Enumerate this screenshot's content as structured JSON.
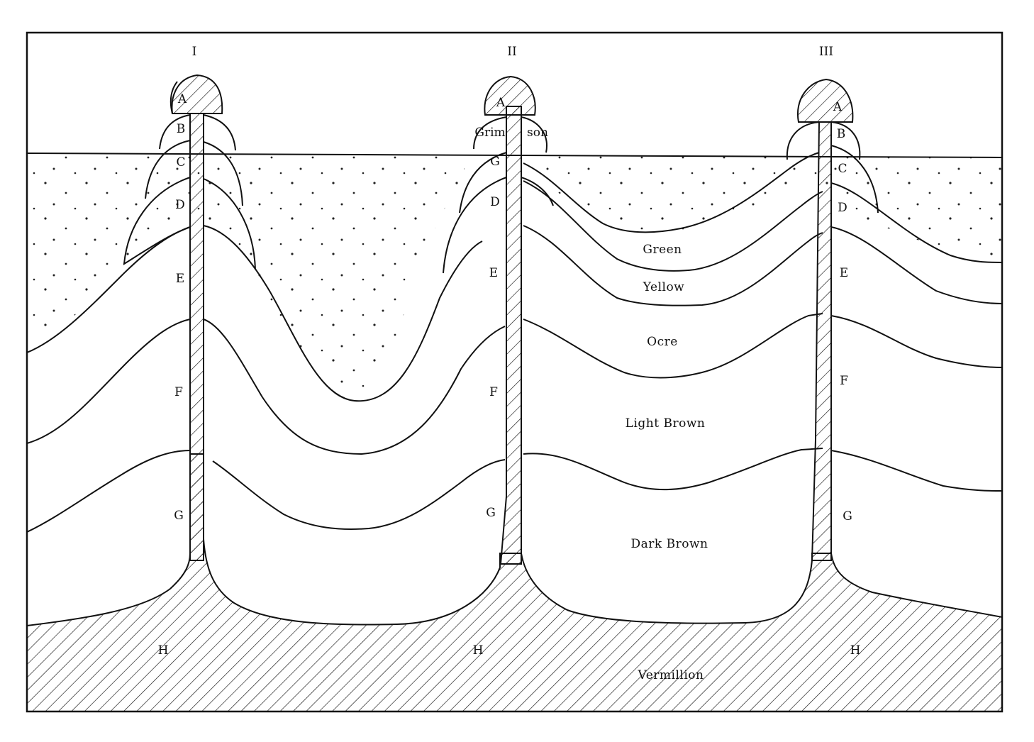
{
  "columns": [
    {
      "id": "I",
      "numeral": "I",
      "layers": {
        "A": "A",
        "B": "B",
        "C": "C",
        "D": "D",
        "E": "E",
        "F": "F",
        "G": "G",
        "H": "H"
      }
    },
    {
      "id": "II",
      "numeral": "II",
      "layers": {
        "A": "A",
        "B_left": "Grim",
        "B_right": "son",
        "C": "G",
        "D": "D",
        "E": "E",
        "F": "F",
        "G": "G",
        "H": "H"
      }
    },
    {
      "id": "III",
      "numeral": "III",
      "layers": {
        "A": "A",
        "B": "B",
        "C": "C",
        "D": "D",
        "E": "E",
        "F": "F",
        "G": "G",
        "H": "H"
      }
    }
  ],
  "color_labels": {
    "green": "Green",
    "yellow": "Yellow",
    "ocre": "Ocre",
    "light_brown": "Light Brown",
    "dark_brown": "Dark Brown",
    "vermillion": "Vermillion"
  },
  "colors": {
    "ink": "#111111",
    "paper": "#ffffff"
  }
}
